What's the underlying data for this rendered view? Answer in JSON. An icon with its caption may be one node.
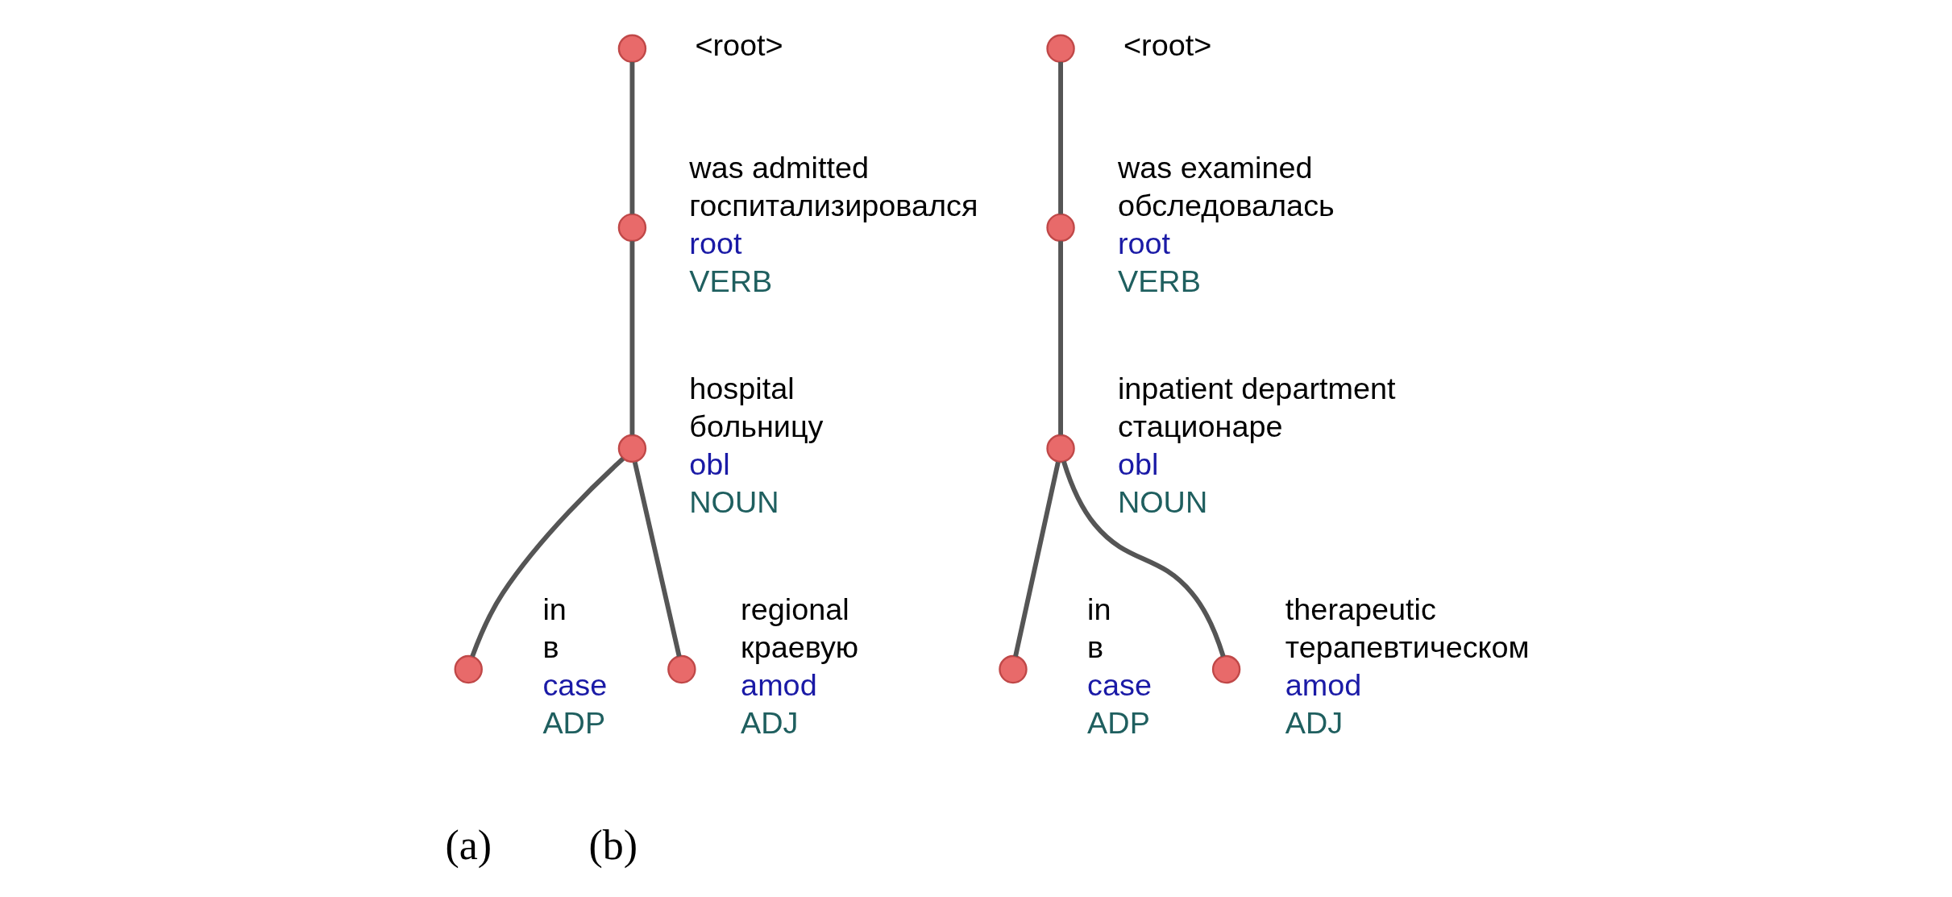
{
  "diagram": {
    "nodes": [
      {
        "text": [],
        "shape": "circle",
        "beside": [
          "<root>"
        ]
      },
      {
        "text": [],
        "shape": "circle",
        "beside": [
          "was admitted",
          "госпитализировался",
          "root",
          "VERB"
        ]
      },
      {
        "text": [],
        "shape": "circle",
        "beside": [
          "hospital",
          "больницу",
          "obl",
          "NOUN"
        ]
      },
      {
        "text": [],
        "shape": "circle",
        "beside": [
          "in",
          "в",
          "case",
          "ADP"
        ]
      },
      {
        "text": [],
        "shape": "circle",
        "beside": [
          "regional",
          "краевую",
          "amod",
          "ADJ"
        ]
      },
      {
        "text": [],
        "shape": "circle",
        "beside": [
          "<root>"
        ]
      },
      {
        "text": [],
        "shape": "circle",
        "beside": [
          "was examined",
          "обследовалась",
          "root",
          "VERB"
        ]
      },
      {
        "text": [],
        "shape": "circle",
        "beside": [
          "inpatient department",
          "стационаре",
          "obl",
          "NOUN"
        ]
      },
      {
        "text": [],
        "shape": "circle",
        "beside": [
          "in",
          "в",
          "case",
          "ADP"
        ]
      },
      {
        "text": [],
        "shape": "circle",
        "beside": [
          "therapeutic",
          "терапевтическом",
          "amod",
          "ADJ"
        ]
      }
    ],
    "edges": [
      {
        "from": 0,
        "to": 1,
        "arrow": "none"
      },
      {
        "from": 1,
        "to": 2,
        "arrow": "none"
      },
      {
        "from": 2,
        "to": 3,
        "arrow": "none"
      },
      {
        "from": 2,
        "to": 4,
        "arrow": "none"
      },
      {
        "from": 5,
        "to": 6,
        "arrow": "none"
      },
      {
        "from": 6,
        "to": 7,
        "arrow": "none"
      },
      {
        "from": 7,
        "to": 8,
        "arrow": "none"
      },
      {
        "from": 7,
        "to": 9,
        "arrow": "none"
      }
    ],
    "labels": [
      "(a)",
      "(b)"
    ]
  }
}
